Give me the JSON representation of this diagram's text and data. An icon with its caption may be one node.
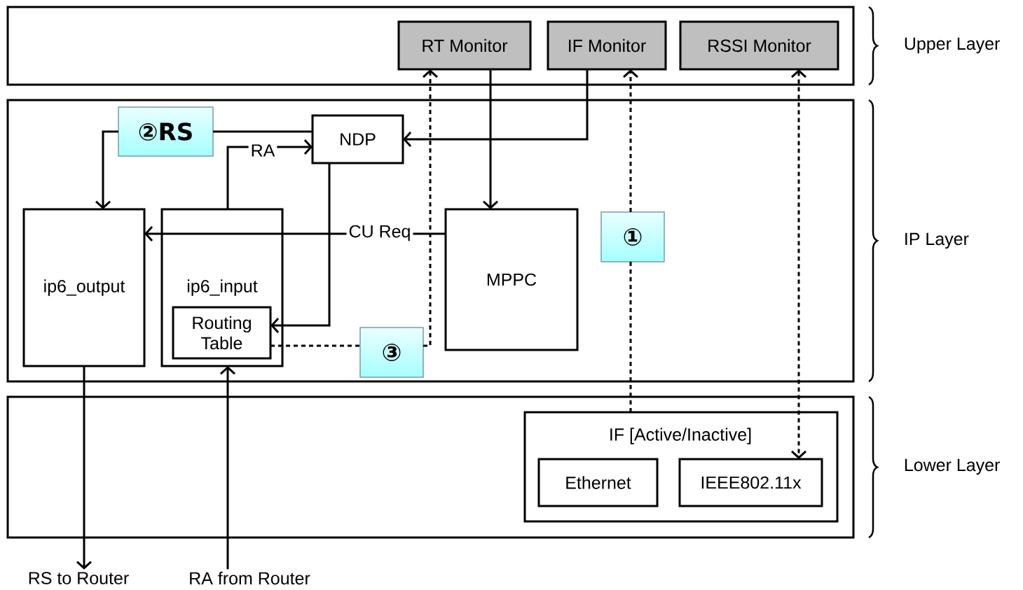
{
  "diagram": {
    "nodes": [
      {
        "text": [
          "Upper Layer"
        ]
      },
      {
        "text": [
          "RT Monitor"
        ],
        "in": 0
      },
      {
        "text": [
          "IF Monitor"
        ],
        "in": 0
      },
      {
        "text": [
          "RSSI Monitor"
        ],
        "in": 0
      },
      {
        "text": [
          "IP Layer"
        ]
      },
      {
        "text": [
          "②RS"
        ],
        "in": 4
      },
      {
        "text": [
          "NDP"
        ],
        "in": 4
      },
      {
        "text": [
          "ip6_output"
        ],
        "in": 4
      },
      {
        "text": [
          "ip6_input"
        ],
        "in": 4
      },
      {
        "text": [
          "Routing Table"
        ],
        "in": 8
      },
      {
        "text": [
          "MPPC"
        ],
        "in": 4
      },
      {
        "text": [
          "①"
        ],
        "in": 4
      },
      {
        "text": [
          "③"
        ],
        "in": 4
      },
      {
        "text": [
          "Lower Layer"
        ]
      },
      {
        "text": [
          "IF [Active/Inactive]"
        ],
        "in": 13
      },
      {
        "text": [
          "Ethernet"
        ],
        "in": 14
      },
      {
        "text": [
          "IEEE802.11x"
        ],
        "in": 14
      },
      {
        "text": [
          "RS to Router"
        ]
      },
      {
        "text": [
          "RA from Router"
        ]
      }
    ],
    "edges": [
      {
        "from": 6,
        "to": 5,
        "arrow": "none"
      },
      {
        "from": 5,
        "to": 7,
        "arrow": "to"
      },
      {
        "from": 8,
        "to": 6,
        "arrow": "to",
        "label": "RA"
      },
      {
        "from": 2,
        "to": 6,
        "arrow": "to"
      },
      {
        "from": 1,
        "to": 10,
        "arrow": "to"
      },
      {
        "from": 10,
        "to": 7,
        "arrow": "to",
        "label": "CU Req"
      },
      {
        "from": 6,
        "to": 9,
        "arrow": "to"
      },
      {
        "from": 9,
        "to": 12,
        "arrow": "none",
        "style": "dashed"
      },
      {
        "from": 12,
        "to": 1,
        "arrow": "to",
        "style": "dashed"
      },
      {
        "from": 14,
        "to": 11,
        "arrow": "none",
        "style": "dashed"
      },
      {
        "from": 11,
        "to": 2,
        "arrow": "to",
        "style": "dashed"
      },
      {
        "from": 3,
        "to": 16,
        "arrow": "both",
        "style": "dashed"
      },
      {
        "from": 7,
        "to": 17,
        "arrow": "to"
      },
      {
        "from": 18,
        "to": 8,
        "arrow": "to"
      }
    ]
  }
}
